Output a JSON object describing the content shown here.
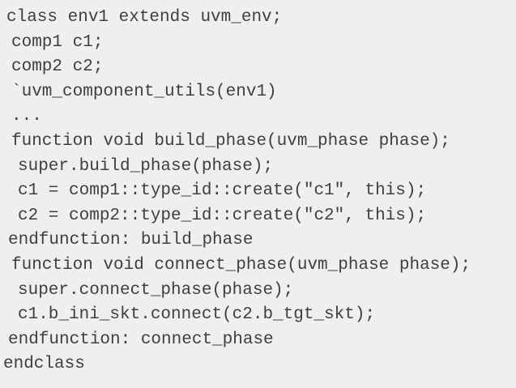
{
  "page": {
    "background_color": "#f0efed",
    "text_color": "#3f3f3f"
  },
  "code": {
    "language": "systemverilog-uvm",
    "lines": [
      {
        "indent": 8,
        "text": "class env1 extends uvm_env;"
      },
      {
        "indent": 14,
        "text": "comp1 c1;"
      },
      {
        "indent": 14,
        "text": "comp2 c2;"
      },
      {
        "indent": 14,
        "text": "`uvm_component_utils(env1)"
      },
      {
        "indent": 14,
        "text": "..."
      },
      {
        "indent": 14,
        "text": "function void build_phase(uvm_phase phase);"
      },
      {
        "indent": 22,
        "text": "super.build_phase(phase);"
      },
      {
        "indent": 22,
        "text": "c1 = comp1::type_id::create(\"c1\", this);"
      },
      {
        "indent": 22,
        "text": "c2 = comp2::type_id::create(\"c2\", this);"
      },
      {
        "indent": 10,
        "text": "endfunction: build_phase"
      },
      {
        "indent": 14,
        "text": "function void connect_phase(uvm_phase phase);"
      },
      {
        "indent": 22,
        "text": "super.connect_phase(phase);"
      },
      {
        "indent": 22,
        "text": "c1.b_ini_skt.connect(c2.b_tgt_skt);"
      },
      {
        "indent": 10,
        "text": "endfunction: connect_phase"
      },
      {
        "indent": 4,
        "text": "endclass"
      }
    ]
  }
}
